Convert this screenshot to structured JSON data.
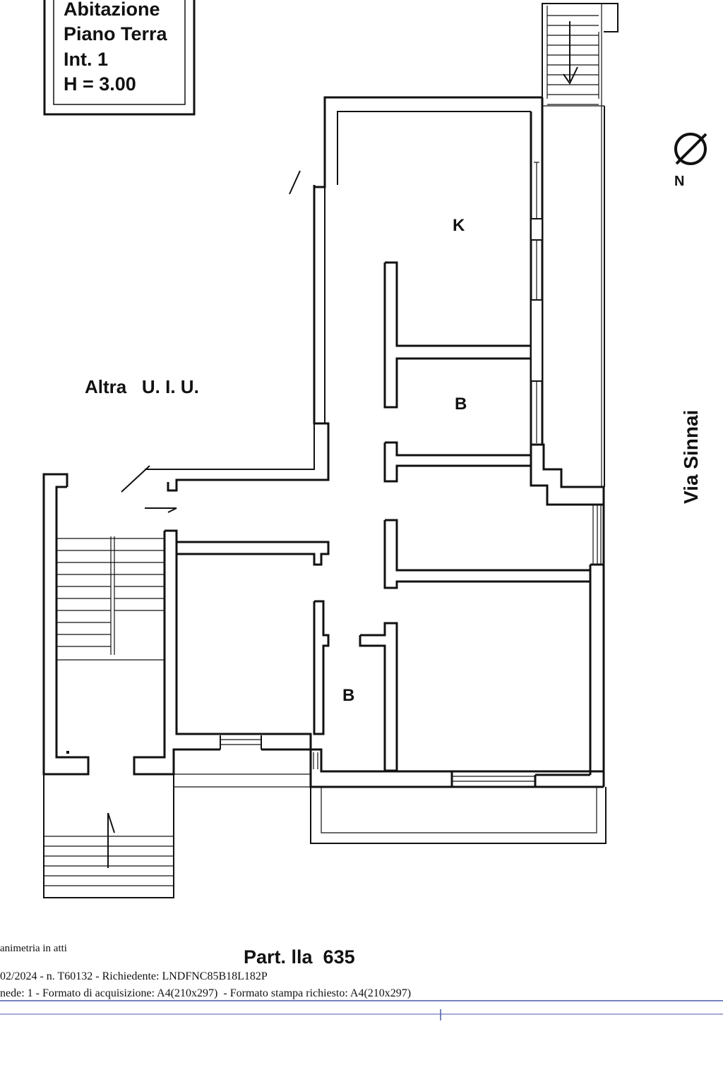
{
  "title_box": {
    "line1": "Abitazione",
    "line2": "Piano Terra",
    "line3": "Int. 1",
    "line4": "H = 3.00"
  },
  "rooms": {
    "kitchen": "K",
    "bath_upper": "B",
    "bath_lower": "B"
  },
  "other_unit_label": "Altra   U. I. U.",
  "street_label": "Via Sinnai",
  "north_label": "N",
  "parcel_label": "Part. lla  635",
  "footer": {
    "line1": "animetria in atti",
    "line2": "02/2024 - n. T60132 - Richiedente: LNDFNC85B18L182P",
    "line3": "nede: 1 - Formato di acquisizione: A4(210x297)  - Formato stampa richiesto: A4(210x297)"
  },
  "colors": {
    "ink": "#111111",
    "paper": "#ffffff",
    "rule": "#4a5aa8"
  }
}
